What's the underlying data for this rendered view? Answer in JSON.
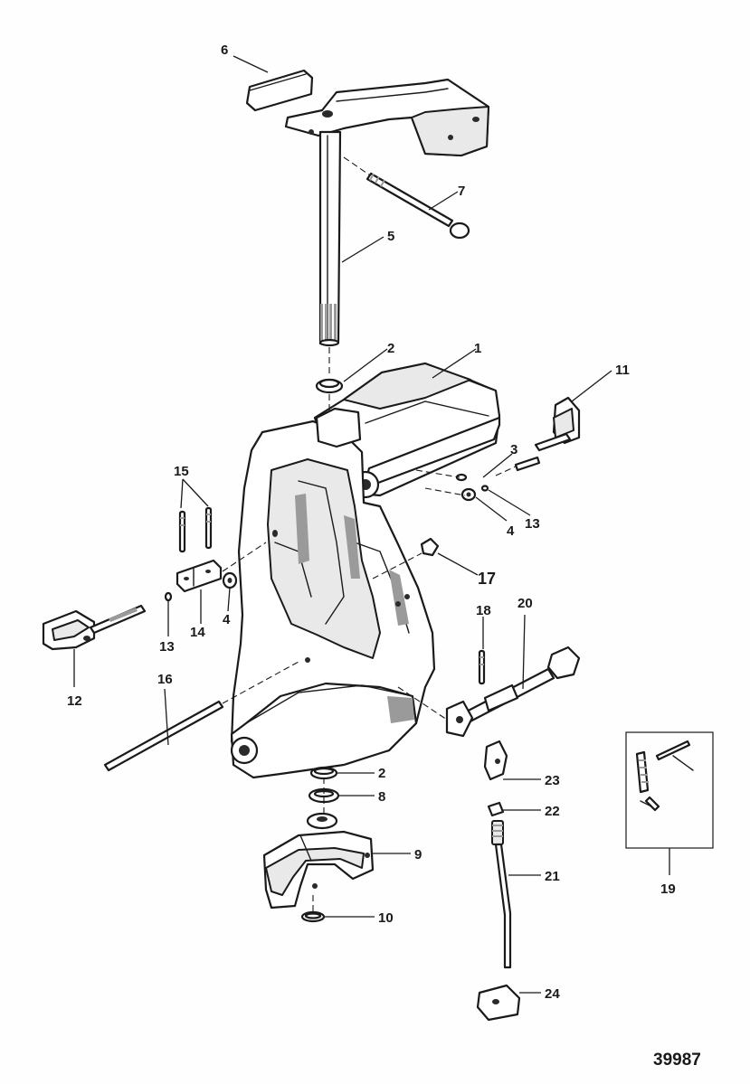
{
  "diagram": {
    "figure_number": "39987",
    "callouts": {
      "c1": "1",
      "c2a": "2",
      "c2b": "2",
      "c3": "3",
      "c4a": "4",
      "c4b": "4",
      "c5": "5",
      "c6": "6",
      "c7": "7",
      "c8": "8",
      "c9": "9",
      "c10": "10",
      "c11": "11",
      "c12": "12",
      "c13a": "13",
      "c13b": "13",
      "c14": "14",
      "c15": "15",
      "c16": "16",
      "c17": "17",
      "c18": "18",
      "c19": "19",
      "c20": "20",
      "c21": "21",
      "c22": "22",
      "c23": "23",
      "c24": "24"
    }
  }
}
